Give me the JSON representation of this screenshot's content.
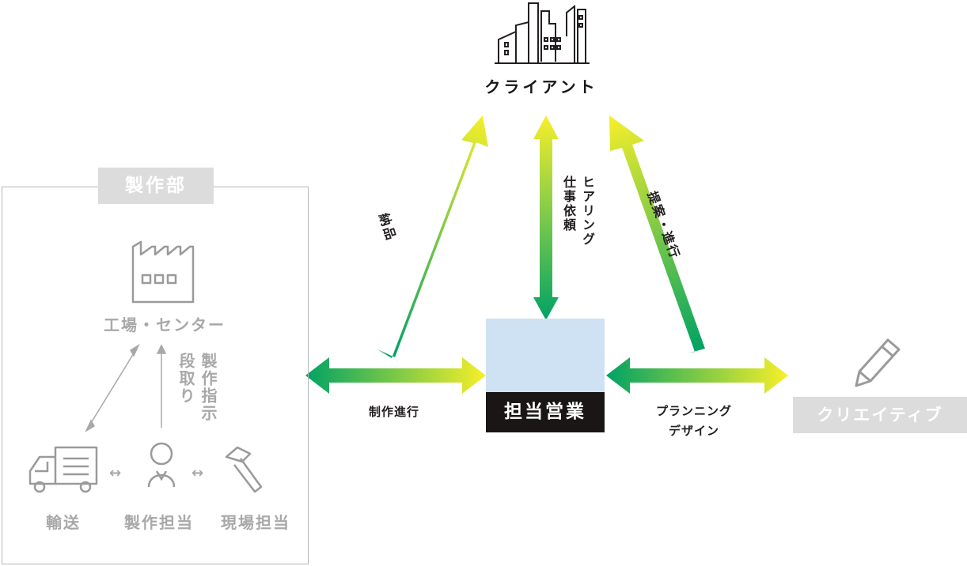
{
  "client": {
    "label": "クライアント"
  },
  "sales": {
    "label": "担当営業"
  },
  "creative": {
    "label": "クリエイティブ"
  },
  "production": {
    "tag": "製作部",
    "factory_label": "工場・センター",
    "instruction_label": "製作指示",
    "setup_label": "段取り",
    "transport_label": "輸送",
    "production_manager_label": "製作担当",
    "site_manager_label": "現場担当",
    "exchange_symbol": "↔"
  },
  "arrows": {
    "delivery": "納品",
    "hearing": "ヒアリング",
    "request": "仕事依頼",
    "proposal": "提案・進行",
    "production_progress": "制作進行",
    "planning": "プランニング",
    "design": "デザイン"
  },
  "colors": {
    "gradient_start": "#00a264",
    "gradient_end": "#f7ef2a",
    "muted_gray": "#a8a8a8",
    "sales_box": "#cfe2f3",
    "dark": "#1a1616"
  },
  "icons": {
    "client": "city-buildings-icon",
    "factory": "factory-icon",
    "sales": "briefcase-icon",
    "creative": "pencil-icon",
    "transport": "truck-icon",
    "production_manager": "person-icon",
    "site_manager": "hammer-icon"
  }
}
